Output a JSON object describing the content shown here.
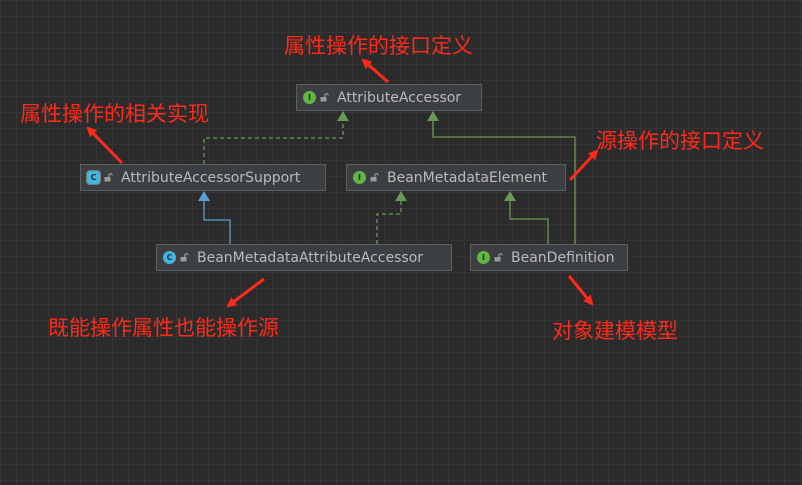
{
  "nodes": {
    "attribute_accessor": {
      "name": "AttributeAccessor",
      "badge": "I",
      "kind": "interface"
    },
    "attribute_accessor_support": {
      "name": "AttributeAccessorSupport",
      "badge": "C",
      "kind": "abstract-class"
    },
    "bean_metadata_element": {
      "name": "BeanMetadataElement",
      "badge": "I",
      "kind": "interface"
    },
    "bean_metadata_attribute_accessor": {
      "name": "BeanMetadataAttributeAccessor",
      "badge": "C",
      "kind": "class"
    },
    "bean_definition": {
      "name": "BeanDefinition",
      "badge": "I",
      "kind": "interface"
    }
  },
  "annotations": {
    "attr_interface": "属性操作的接口定义",
    "attr_impl": "属性操作的相关实现",
    "source_interface": "源操作的接口定义",
    "both": "既能操作属性也能操作源",
    "model": "对象建模模型"
  },
  "colors": {
    "background": "#2b2b2b",
    "grid": "#353535",
    "node_fill": "#3c3f41",
    "node_border": "#5e6060",
    "implements_edge": "#6a9955",
    "extends_edge": "#5a9fd4",
    "annotation": "#ff2a1a",
    "interface_badge": "#62b543",
    "class_badge": "#40b6e0"
  }
}
